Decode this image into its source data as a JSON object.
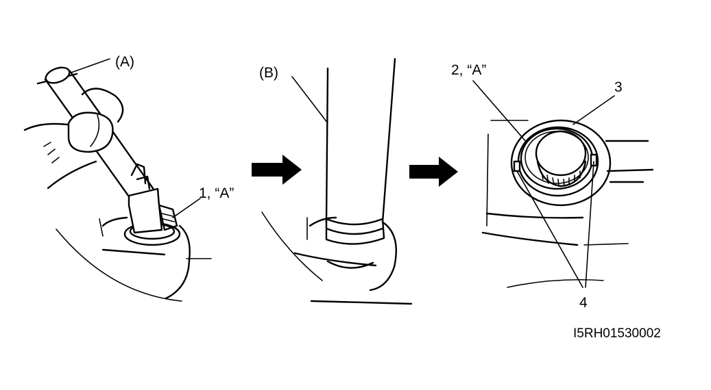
{
  "labels": {
    "tool_a": "(A)",
    "tool_b": "(B)",
    "part_1": "1, “A”",
    "part_2": "2, “A”",
    "part_3": "3",
    "part_4": "4"
  },
  "figure_code": "I5RH01530002"
}
